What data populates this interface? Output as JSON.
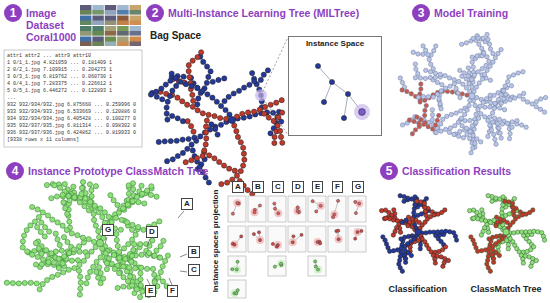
{
  "diagram": {
    "nodes": [
      {
        "text": [
          "1",
          "Image Dataset Coral1000"
        ]
      },
      {
        "text": [
          "2",
          "Multi-Instance Learning Tree (MILTree)"
        ]
      },
      {
        "text": [
          "Instance Space"
        ]
      },
      {
        "text": [
          "3",
          "Model Training"
        ]
      },
      {
        "text": [
          "4",
          "Instance Prototype ClassMatch Tree"
        ]
      },
      {
        "text": [
          "A"
        ]
      },
      {
        "text": [
          "B"
        ]
      },
      {
        "text": [
          "C"
        ]
      },
      {
        "text": [
          "D"
        ]
      },
      {
        "text": [
          "E"
        ]
      },
      {
        "text": [
          "F"
        ]
      },
      {
        "text": [
          "G"
        ]
      },
      {
        "text": [
          "A"
        ]
      },
      {
        "text": [
          "B"
        ]
      },
      {
        "text": [
          "C"
        ]
      },
      {
        "text": [
          "D"
        ]
      },
      {
        "text": [
          "E"
        ]
      },
      {
        "text": [
          "F"
        ]
      },
      {
        "text": [
          "G"
        ]
      },
      {
        "text": [
          "5",
          "Classification Results"
        ]
      }
    ],
    "labels": [
      "Bag Space",
      "attr1 attr2 ... attr9 attr10",
      "1 0/1_1.jpg 4.821059 ... 0.181409 1",
      "2 0/2_1.jpg 7.109915 ... 0.204273 1",
      "3 0/3_1.jpg 6.819762 ... 0.060730 1",
      "4 0/4_1.jpg 7.283375 ... 0.226612 1",
      "5 0/5_1.jpg 6.446272 ... 0.122893 1",
      "...",
      "932 932/934/932.jpg 6.875660 ... 0.259996 0",
      "933 932/934/933.jpg 6.533669 ... 0.120886 0",
      "934 932/934/934.jpg 6.405428 ... 0.100277 0",
      "935 932/937/935.jpg 6.811314 ... 0.098302 0",
      "936 932/937/936.jpg 6.424862 ... 0.819933 0",
      "[9338 rows x 11 columns]",
      "Instance spaces projection",
      "Classification",
      "ClassMatch Tree"
    ]
  }
}
